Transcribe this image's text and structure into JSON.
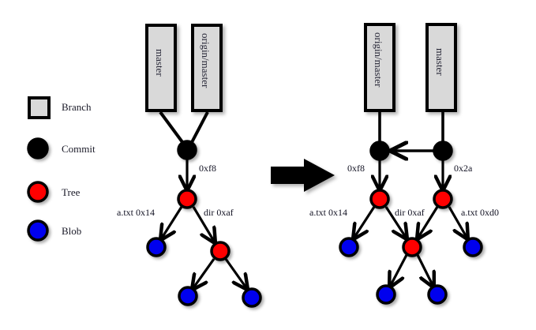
{
  "diagram": {
    "title": "git-object-model-before-after",
    "legend": {
      "items": [
        {
          "key": "branch",
          "label": "Branch",
          "shape": "square",
          "fill": "#d9d9d9",
          "stroke": "#000000"
        },
        {
          "key": "commit",
          "label": "Commit",
          "shape": "circle",
          "fill": "#000000",
          "stroke": "#000000"
        },
        {
          "key": "tree",
          "label": "Tree",
          "shape": "circle",
          "fill": "#ff0000",
          "stroke": "#000000"
        },
        {
          "key": "blob",
          "label": "Blob",
          "shape": "circle",
          "fill": "#0000ee",
          "stroke": "#000000"
        }
      ]
    },
    "transition_arrow": {
      "name": "transition-arrow",
      "direction": "right"
    },
    "left_graph": {
      "name": "before-state",
      "branches": [
        {
          "id": "left-branch-master",
          "label": "master"
        },
        {
          "id": "left-branch-origin-master",
          "label": "origin/master"
        }
      ],
      "commits": [
        {
          "id": "left-commit-f8",
          "hash": "0xf8"
        }
      ],
      "trees": [
        {
          "id": "left-tree-root",
          "hash": "0xf8"
        },
        {
          "id": "left-tree-dir",
          "hash": "0xaf"
        }
      ],
      "blobs": [
        {
          "id": "left-blob-atxt"
        },
        {
          "id": "left-blob-dir-1"
        },
        {
          "id": "left-blob-dir-2"
        }
      ],
      "edge_labels": [
        {
          "id": "left-label-atxt",
          "text": "a.txt 0x14"
        },
        {
          "id": "left-label-dir",
          "text": "dir 0xaf"
        }
      ]
    },
    "right_graph": {
      "name": "after-state",
      "branches": [
        {
          "id": "right-branch-origin-master",
          "label": "origin/master"
        },
        {
          "id": "right-branch-master",
          "label": "master"
        }
      ],
      "commits": [
        {
          "id": "right-commit-f8",
          "hash": "0xf8"
        },
        {
          "id": "right-commit-2a",
          "hash": "0x2a"
        }
      ],
      "trees": [
        {
          "id": "right-tree-f8",
          "hash": "0xf8"
        },
        {
          "id": "right-tree-2a",
          "hash": "0x2a"
        },
        {
          "id": "right-tree-dir",
          "hash": "0xaf"
        }
      ],
      "blobs": [
        {
          "id": "right-blob-atxt-14"
        },
        {
          "id": "right-blob-atxt-d0"
        },
        {
          "id": "right-blob-dir-1"
        },
        {
          "id": "right-blob-dir-2"
        }
      ],
      "edge_labels": [
        {
          "id": "right-label-atxt-14",
          "text": "a.txt 0x14"
        },
        {
          "id": "right-label-dir",
          "text": "dir 0xaf"
        },
        {
          "id": "right-label-atxt-d0",
          "text": "a.txt 0xd0"
        }
      ]
    },
    "colors": {
      "branch_fill": "#d9d9d9",
      "commit_fill": "#000000",
      "tree_fill": "#ff0000",
      "blob_fill": "#0000ee",
      "stroke": "#000000",
      "background": "#ffffff"
    }
  }
}
